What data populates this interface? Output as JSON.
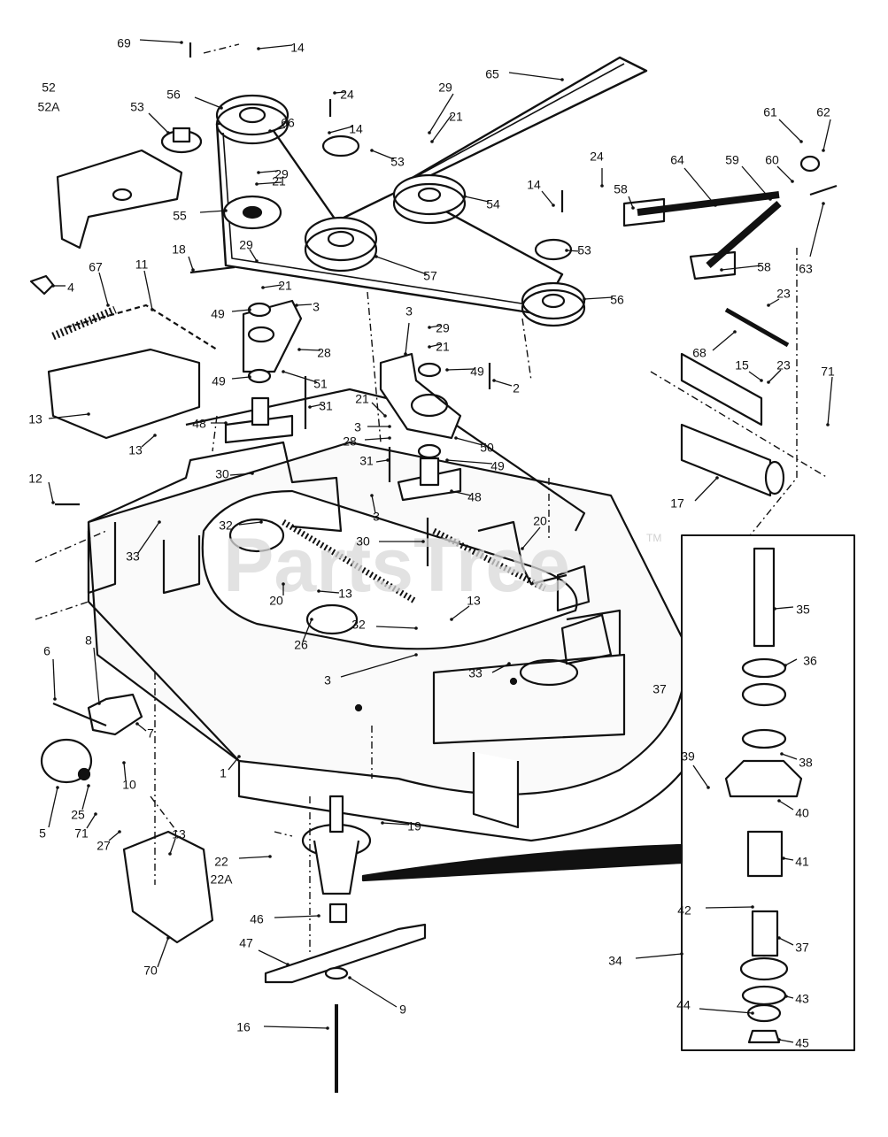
{
  "watermark": {
    "text": "PartsTree",
    "mark": "TM"
  },
  "part_labels": [
    "69",
    "14",
    "52",
    "52A",
    "56",
    "53",
    "24",
    "14",
    "29",
    "21",
    "65",
    "66",
    "53",
    "29",
    "21",
    "55",
    "54",
    "14",
    "24",
    "53",
    "57",
    "56",
    "61",
    "62",
    "64",
    "59",
    "60",
    "58",
    "58",
    "63",
    "23",
    "68",
    "15",
    "23",
    "71",
    "17",
    "18",
    "67",
    "11",
    "4",
    "29",
    "21",
    "49",
    "3",
    "28",
    "51",
    "49",
    "31",
    "48",
    "3",
    "29",
    "21",
    "49",
    "2",
    "21",
    "3",
    "28",
    "50",
    "31",
    "49",
    "48",
    "13",
    "13",
    "12",
    "30",
    "32",
    "33",
    "3",
    "20",
    "30",
    "20",
    "13",
    "26",
    "32",
    "13",
    "3",
    "33",
    "35",
    "36",
    "37",
    "38",
    "39",
    "40",
    "41",
    "42",
    "37",
    "43",
    "44",
    "45",
    "34",
    "6",
    "8",
    "7",
    "10",
    "5",
    "25",
    "71",
    "27",
    "13",
    "22",
    "22A",
    "19",
    "46",
    "47",
    "9",
    "16",
    "70",
    "1"
  ],
  "colors": {
    "ink": "#111111",
    "paper": "#ffffff",
    "watermark": "#d9d9d9"
  }
}
